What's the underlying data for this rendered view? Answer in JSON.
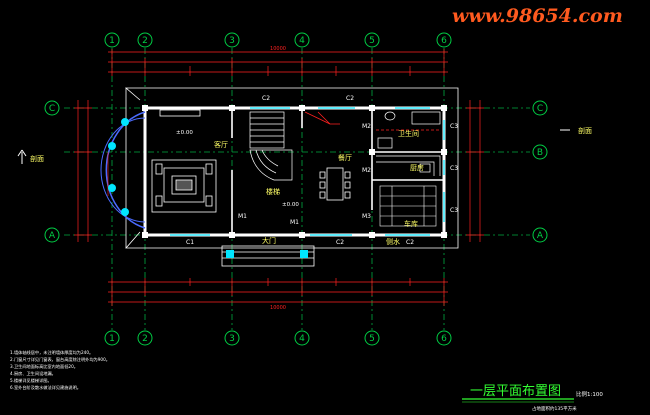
{
  "watermark": "www.98654.com",
  "title": "一层平面布置图",
  "scale": "比例1:100",
  "footnote": "占地面积约135平方米",
  "total_dimension": "10000",
  "axes_vertical": [
    "1",
    "2",
    "3",
    "4",
    "5",
    "6"
  ],
  "axes_horizontal": [
    "C",
    "B",
    "A"
  ],
  "section_mark": "剖面",
  "rooms": {
    "living_room": "客厅",
    "stair": "楼梯",
    "dining": "餐厅",
    "bathroom": "卫生间",
    "kitchen": "厨房",
    "garage": "车库",
    "main_door": "大门",
    "side_door": "侧水"
  },
  "elevation": "±0.00",
  "window_labels": [
    "C1",
    "C2",
    "C2",
    "C2",
    "C2",
    "C3",
    "C3",
    "C3",
    "M1",
    "M1",
    "M2",
    "M2",
    "M3"
  ],
  "notes": [
    "1.墙体轴线居中，未注明墙体厚度均为240。",
    "2.门窗尺寸详见门窗表，窗台高度除注明外均为900。",
    "3.卫生间地面标高比室内地面低20。",
    "4.厨房、卫生间设地漏。",
    "5.楼梯详见楼梯详图。",
    "6.室外台阶及散水做法详见建施说明。"
  ],
  "colors": {
    "background": "#000000",
    "wall": "#ffffff",
    "axis": "#00cc44",
    "dimension": "#ff2020",
    "text": "#ffff66",
    "watermark": "#ff5a1f",
    "title": "#33ff33",
    "cyan": "#00e5ff"
  }
}
